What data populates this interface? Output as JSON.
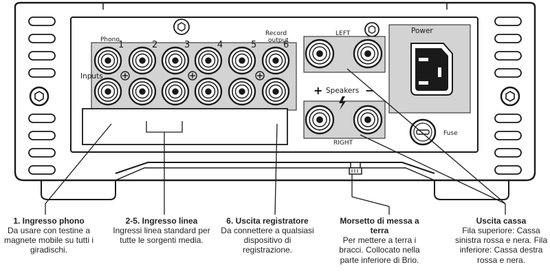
{
  "panel": {
    "phono_label": "Phono",
    "inputs_label": "Inputs",
    "record_label_line1": "Record",
    "record_label_line2": "output",
    "jack_numbers": [
      "1",
      "2",
      "3",
      "4",
      "5",
      "6"
    ],
    "left_label": "LEFT",
    "right_label": "RIGHT",
    "speakers_label": "Speakers",
    "plus_sign": "+",
    "minus_sign": "−",
    "power_label": "Power",
    "fuse_label": "Fuse"
  },
  "callouts": [
    {
      "title": "1. Ingresso phono",
      "desc": "Da usare con testine a magnete mobile su tutti i giradischi."
    },
    {
      "title": "2-5. Ingresso linea",
      "desc": "Ingressi linea standard per tutte le sorgenti media."
    },
    {
      "title": "6. Uscita registratore",
      "desc": "Da connettere a qualsiasi dispositivo di registrazione."
    },
    {
      "title": "Morsetto di messa a terra",
      "desc": "Per mettere a terra i bracci. Collocato nella parte inferiore di Brio."
    },
    {
      "title": "Uscita cassa",
      "desc": "Fila superiore: Cassa sinistra rossa e nera. Fila inferiore: Cassa destra rossa e nera."
    }
  ],
  "colors": {
    "outline": "#1a1a1a",
    "highlight": "#d3d3d3",
    "panel": "#ffffff"
  }
}
